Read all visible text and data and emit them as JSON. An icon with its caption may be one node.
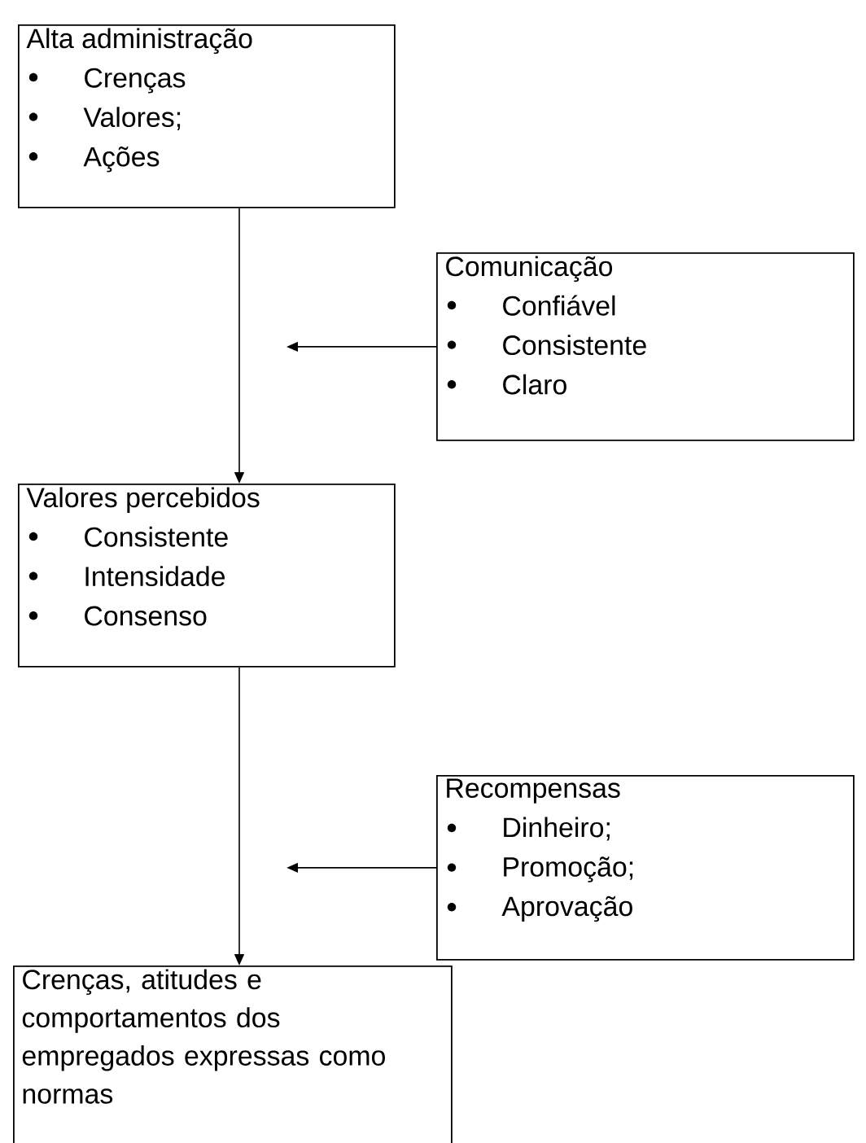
{
  "diagram": {
    "nodes": [
      {
        "text": [
          "Alta administração",
          "Crenças",
          "Valores;",
          "Ações"
        ]
      },
      {
        "text": [
          "Comunicação",
          "Confiável",
          "Consistente",
          "Claro"
        ]
      },
      {
        "text": [
          "Valores percebidos",
          "Consistente",
          "Intensidade",
          "Consenso"
        ]
      },
      {
        "text": [
          "Recompensas",
          "Dinheiro;",
          "Promoção;",
          "Aprovação"
        ]
      },
      {
        "text": [
          "Crenças, atitudes e comportamentos dos empregados expressas como normas"
        ]
      }
    ],
    "edges": [
      {
        "from": 0,
        "to": 2,
        "arrow": "to"
      },
      {
        "from": 1,
        "to": null,
        "arrow": "to"
      },
      {
        "from": 2,
        "to": 4,
        "arrow": "to"
      },
      {
        "from": 3,
        "to": null,
        "arrow": "to"
      }
    ]
  }
}
